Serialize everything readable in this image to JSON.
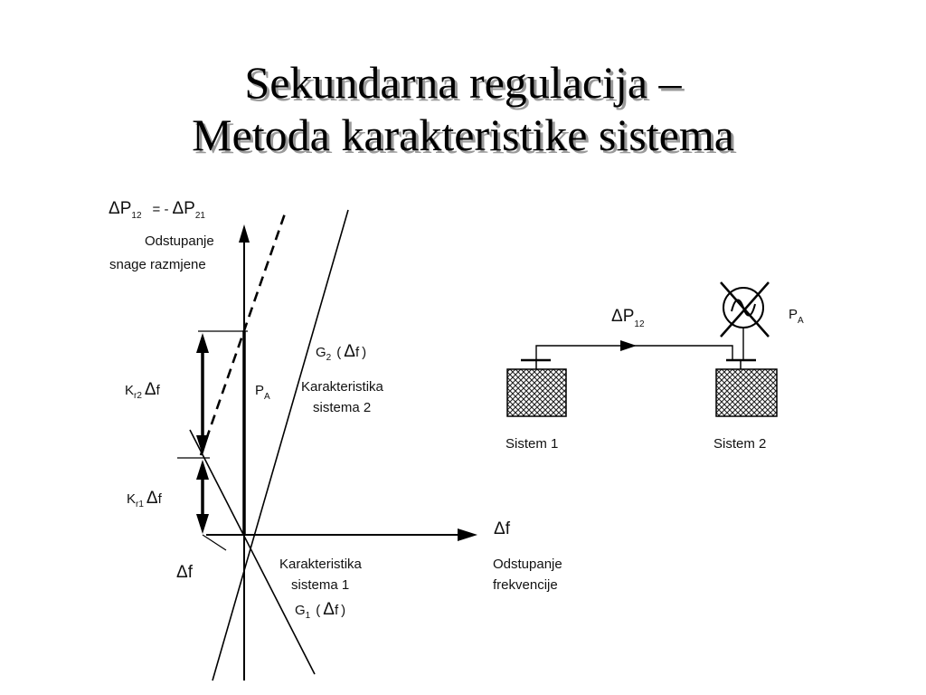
{
  "title": {
    "line1": "Sekundarna regulacija –",
    "line2": "Metoda karakteristike sistema"
  },
  "diagram_left": {
    "yaxis_eq": {
      "d1": "Δ",
      "p1": "P",
      "s1": "12",
      "mid": "= -",
      "d2": "Δ",
      "p2": "P",
      "s2": "21"
    },
    "yaxis_desc1": "Odstupanje",
    "yaxis_desc2": "snage razmjene",
    "xaxis_d": "Δ",
    "xaxis_f": "f",
    "xaxis_desc1": "Odstupanje",
    "xaxis_desc2": "frekvencije",
    "g2": {
      "g": "G",
      "sub": "2",
      "open": "(",
      "d": "Δ",
      "f": "f",
      "close": ")"
    },
    "g2_desc1": "Karakteristika",
    "g2_desc2": "sistema 2",
    "pa": {
      "p": "P",
      "sub": "A"
    },
    "kr2": {
      "k": "K",
      "sub": "r2",
      "d": "Δ",
      "f": "f"
    },
    "kr1": {
      "k": "K",
      "sub": "r1",
      "d": "Δ",
      "f": "f"
    },
    "df": {
      "d": "Δ",
      "f": "f"
    },
    "g1_desc1": "Karakteristika",
    "g1_desc2": "sistema 1",
    "g1": {
      "g": "G",
      "sub": "1",
      "open": "(",
      "d": "Δ",
      "f": "f",
      "close": ")"
    }
  },
  "diagram_right": {
    "flow": {
      "d": "Δ",
      "p": "P",
      "sub": "12"
    },
    "pa": {
      "p": "P",
      "sub": "A"
    },
    "sys1": "Sistem 1",
    "sys2": "Sistem 2"
  }
}
